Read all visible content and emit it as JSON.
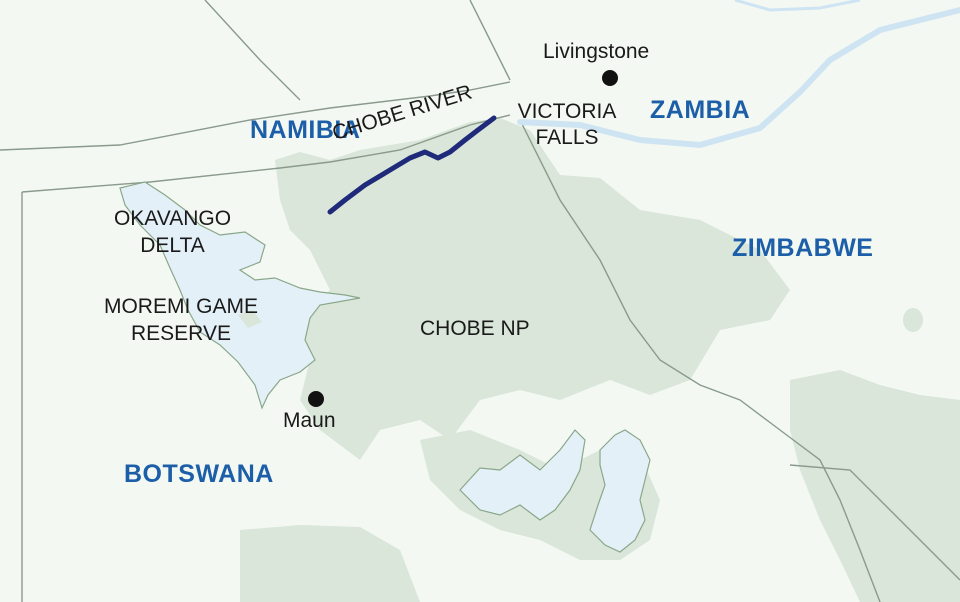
{
  "colors": {
    "background": "#f3f8f3",
    "park": "#d9e6d9",
    "water": "#e4f0f8",
    "water_outline": "#8aa78a",
    "border": "#8a9a8c",
    "chobe_river": "#1f2a7a",
    "country_label": "#1c5fa8"
  },
  "countries": {
    "namibia": "NAMIBIA",
    "zambia": "ZAMBIA",
    "zimbabwe": "ZIMBABWE",
    "botswana": "BOTSWANA"
  },
  "places": {
    "okavango_line1": "OKAVANGO",
    "okavango_line2": "DELTA",
    "moremi_line1": "MOREMI GAME",
    "moremi_line2": "RESERVE",
    "chobe_np": "CHOBE NP",
    "victoria_line1": "VICTORIA",
    "victoria_line2": "FALLS",
    "chobe_river": "CHOBE RIVER"
  },
  "cities": {
    "livingstone": "Livingstone",
    "maun": "Maun"
  }
}
